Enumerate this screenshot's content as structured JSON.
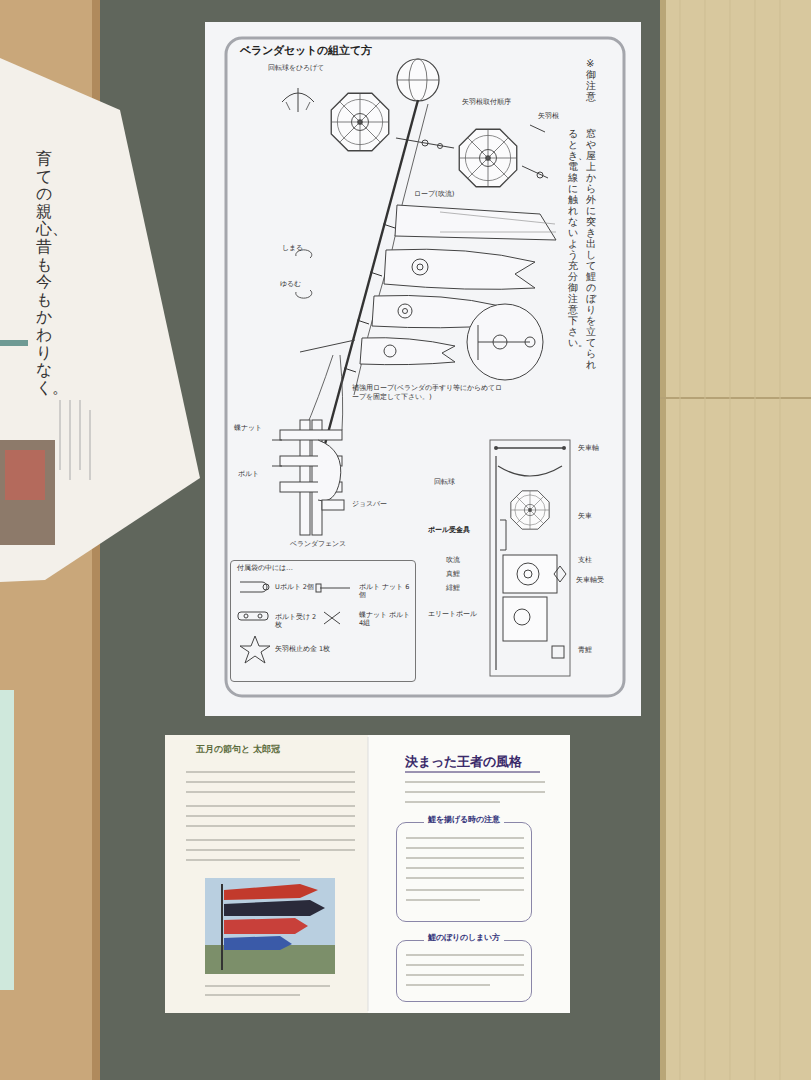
{
  "diagram": {
    "title": "ベランダセットの組立て方",
    "nodes": [
      {
        "text": [
          "付属袋の中には…",
          "Uボルト 2個",
          "ボルト ナット 6個",
          "ボルト受け 2枚",
          "蝶ナット ボルト 4組",
          "矢羽根止め金 1枚"
        ]
      },
      {
        "text": [
          "鯉を揚げる時の注意"
        ]
      },
      {
        "text": [
          "鯉のぼりのしまい方"
        ]
      }
    ],
    "labels": [
      "※御注意",
      "窓や屋上から外に突き出して鯉のぼりを立てられ",
      "るとき、電線に触れないよう充分御注意下さい。",
      "回転球をひろげて",
      "矢羽根取付順序",
      "矢羽根",
      "ロープ(吹流)",
      "しまる",
      "ゆるむ",
      "補強用ロープ(ベランダの手すり等にからめてロープを固定して下さい。)",
      "蝶ナット",
      "ボルト",
      "ジョスバー",
      "ベランダフェンス",
      "矢車軸",
      "回転球",
      "ポール受金具",
      "吹流",
      "真鯉",
      "緋鯉",
      "エリートポール",
      "矢車",
      "支柱",
      "矢車軸受",
      "青鯉",
      "育ての親心、昔も今もかわりなく。",
      "五月の節句と 太郎冠",
      "決まった王者の風格"
    ]
  }
}
